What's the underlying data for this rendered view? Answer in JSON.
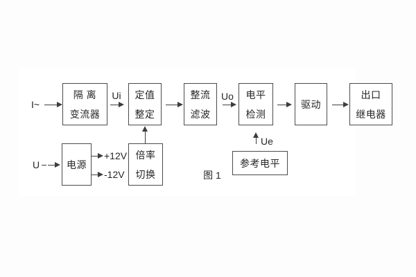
{
  "figure": {
    "caption": "图 1",
    "blocks": {
      "isolation_converter": {
        "line1": "隔 离",
        "line2": "变流器"
      },
      "setting_adjust": {
        "line1": "定值",
        "line2": "整定"
      },
      "rectify_filter": {
        "line1": "整流",
        "line2": "滤波"
      },
      "level_detect": {
        "line1": "电平",
        "line2": "检测"
      },
      "drive": {
        "line1": "驱动"
      },
      "output_relay": {
        "line1": "出口",
        "line2": "继电器"
      },
      "power_supply": {
        "line1": "电源"
      },
      "ratio_switch": {
        "line1": "倍率",
        "line2": "切换"
      },
      "reference_level": {
        "line1": "参考电平"
      }
    },
    "labels": {
      "input_current": "I~",
      "input_voltage": "U",
      "signal_ui": "Ui",
      "signal_uo": "Uo",
      "signal_ue": "Ue",
      "rail_positive": "+12V",
      "rail_negative": "-12V"
    },
    "colors": {
      "line": "#3d3d3d",
      "box_border": "#4a4a4a",
      "text": "#262626",
      "background": "#ffffff"
    }
  }
}
